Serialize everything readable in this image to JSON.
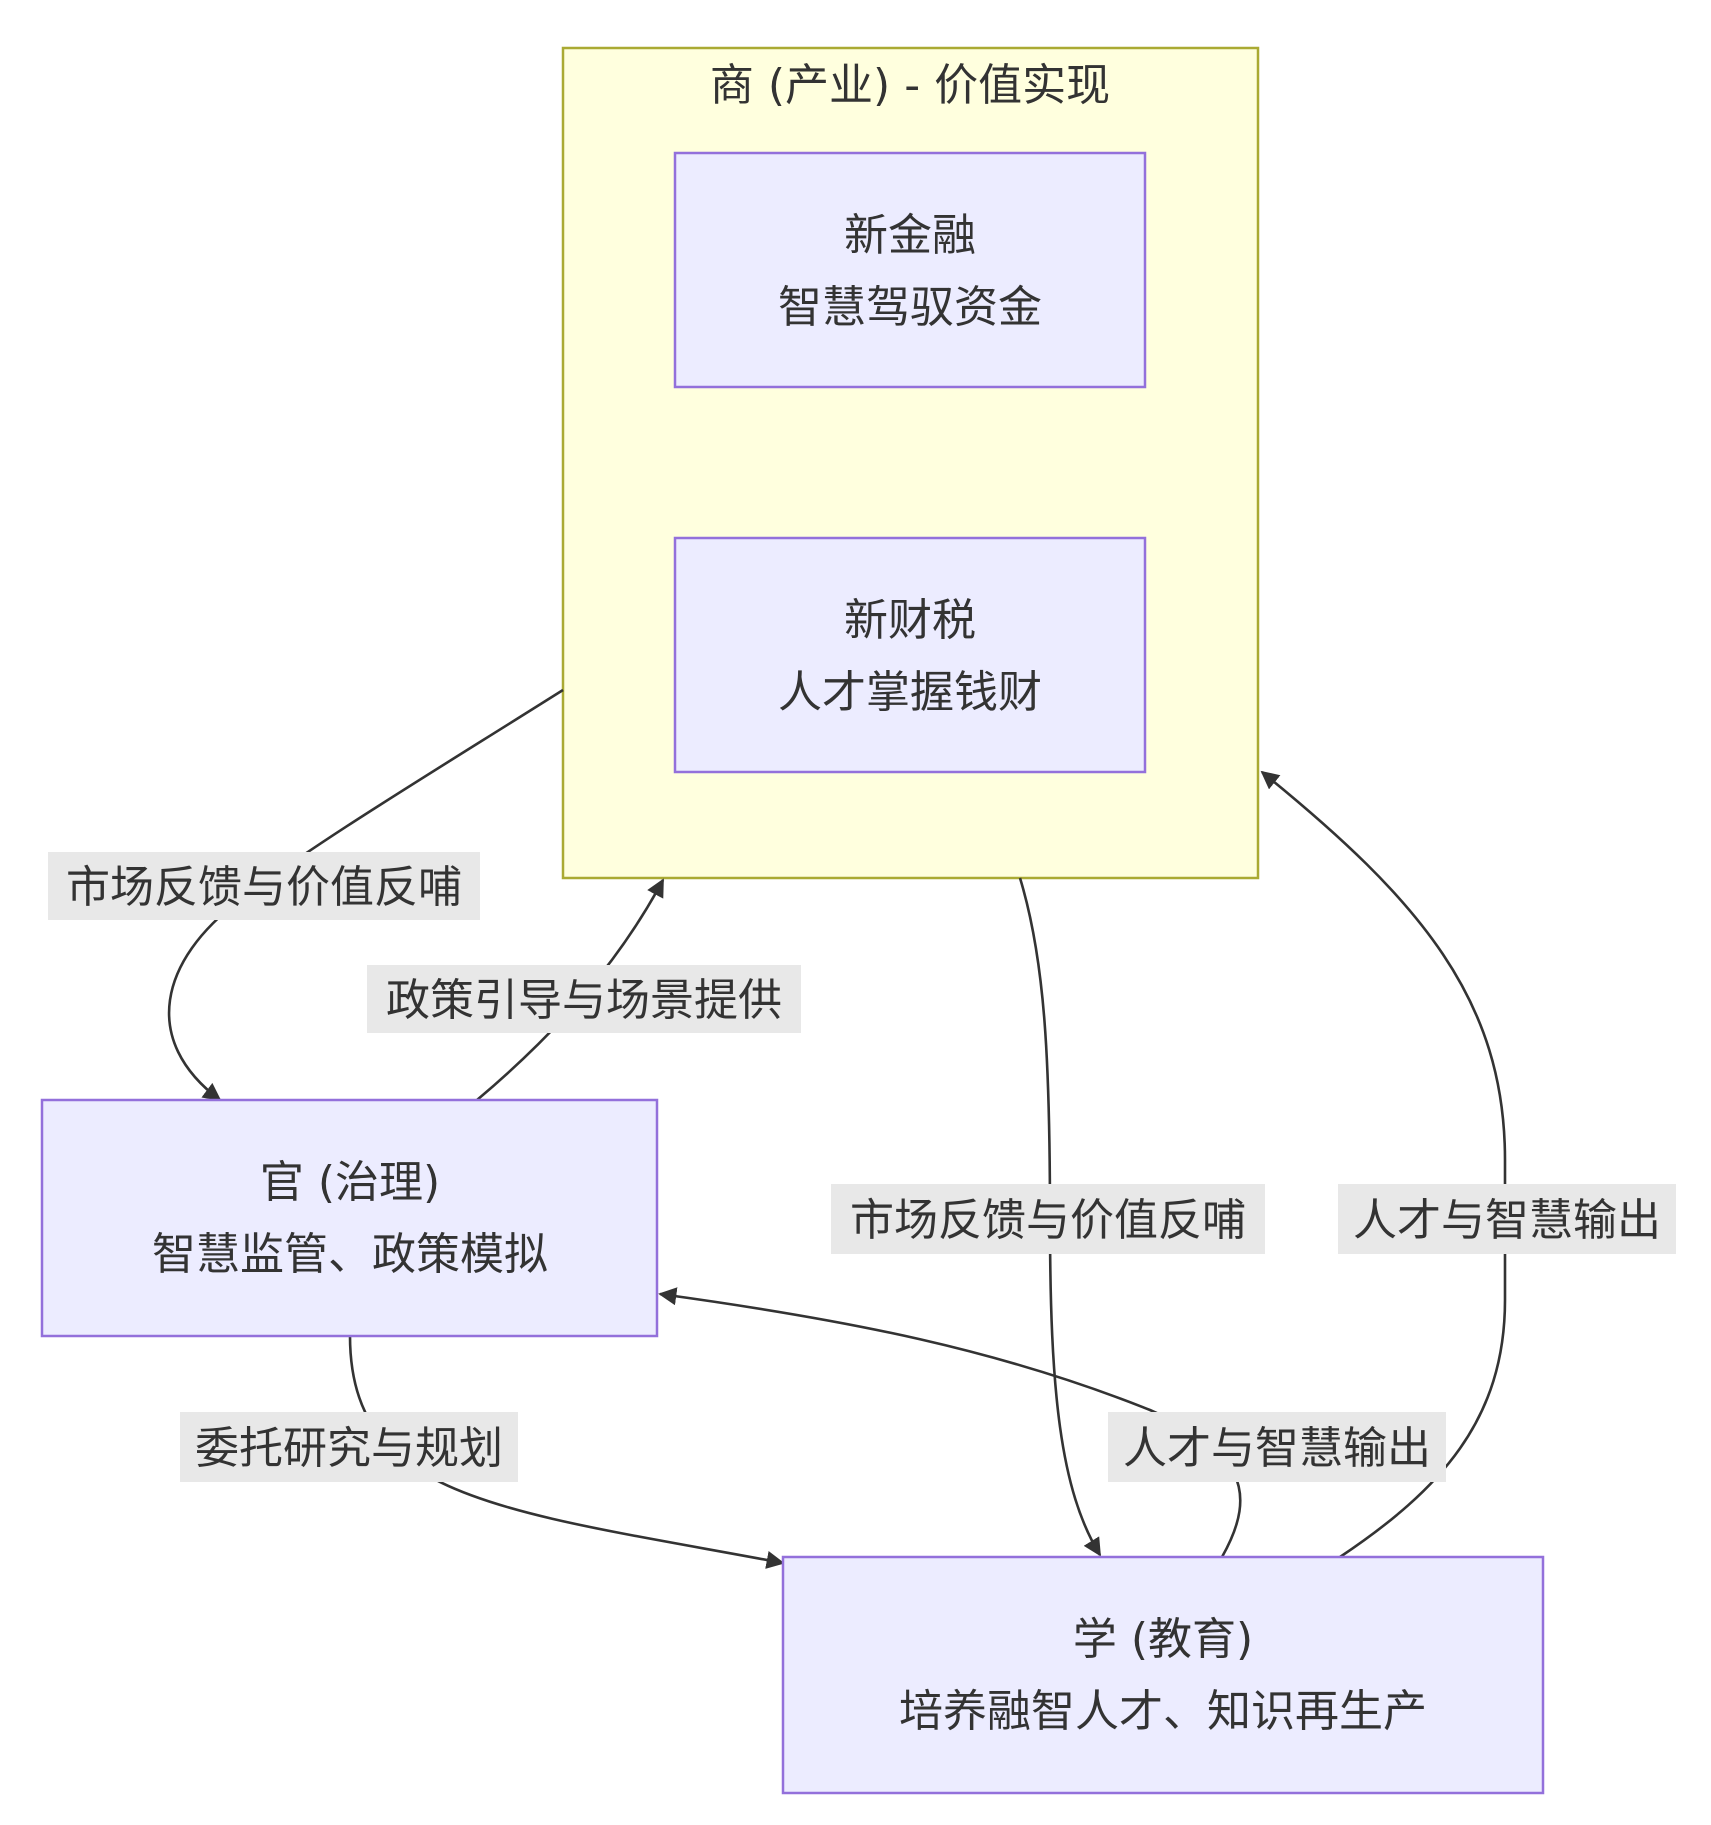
{
  "cluster": {
    "title": "商 (产业) - 价值实现"
  },
  "nodes": {
    "finance": {
      "line1": "新金融",
      "line2": "智慧驾驭资金"
    },
    "tax": {
      "line1": "新财税",
      "line2": "人才掌握钱财"
    },
    "gov": {
      "line1": "官 (治理)",
      "line2": "智慧监管、政策模拟"
    },
    "edu": {
      "line1": "学 (教育)",
      "line2": "培养融智人才、知识再生产"
    }
  },
  "edges": {
    "market_to_gov": "市场反馈与价值反哺",
    "gov_to_market": "政策引导与场景提供",
    "market_to_edu": "市场反馈与价值反哺",
    "edu_to_market": "人才与智慧输出",
    "gov_to_edu": "委托研究与规划",
    "edu_to_gov": "人才与智慧输出"
  },
  "colors": {
    "node_fill": "#ececff",
    "node_border": "#9370db",
    "cluster_fill": "#ffffde",
    "cluster_border": "#aaaa33",
    "edge": "#333333",
    "label_bg": "#e8e8e8",
    "text": "#333333"
  }
}
